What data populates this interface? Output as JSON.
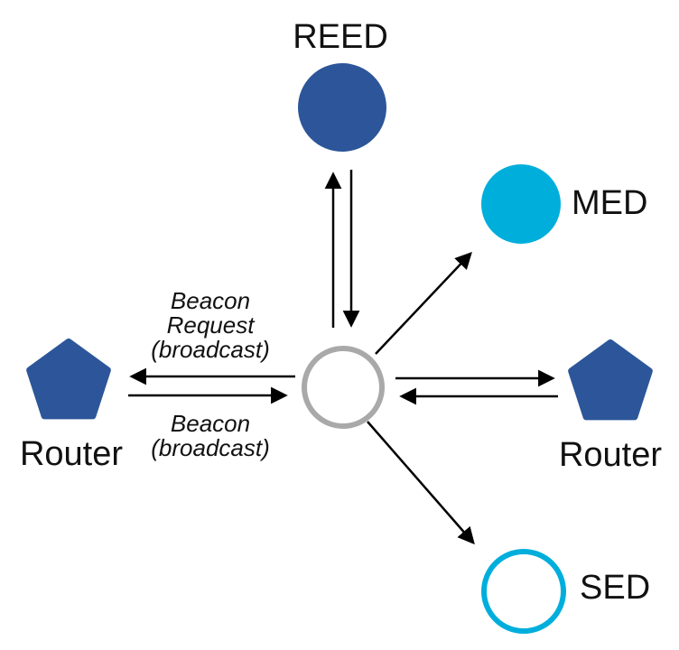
{
  "diagram": {
    "nodes": {
      "reed": {
        "label": "REED",
        "shape": "circle",
        "fill": "#2C5699"
      },
      "med": {
        "label": "MED",
        "shape": "circle",
        "fill": "#00AEDC"
      },
      "joiner": {
        "label": "",
        "shape": "circle-outline",
        "stroke": "#A9A9A9"
      },
      "router_left": {
        "label": "Router",
        "shape": "pentagon",
        "fill": "#2C5699"
      },
      "router_right": {
        "label": "Router",
        "shape": "pentagon",
        "fill": "#2C5699"
      },
      "sed": {
        "label": "SED",
        "shape": "circle-outline",
        "stroke": "#00AEDC"
      }
    },
    "annotations": {
      "beacon_request": "Beacon\nRequest\n(broadcast)",
      "beacon": "Beacon\n(broadcast)"
    },
    "edges": [
      {
        "from": "joiner",
        "to": "reed"
      },
      {
        "from": "reed",
        "to": "joiner"
      },
      {
        "from": "joiner",
        "to": "router_left",
        "label": "Beacon Request (broadcast)"
      },
      {
        "from": "router_left",
        "to": "joiner",
        "label": "Beacon (broadcast)"
      },
      {
        "from": "joiner",
        "to": "router_right"
      },
      {
        "from": "router_right",
        "to": "joiner"
      },
      {
        "from": "joiner",
        "to": "med"
      },
      {
        "from": "joiner",
        "to": "sed"
      }
    ],
    "colors": {
      "node_blue": "#2C5699",
      "cyan": "#00AEDC",
      "joiner_gray": "#A9A9A9",
      "arrow_black": "#000000"
    }
  }
}
